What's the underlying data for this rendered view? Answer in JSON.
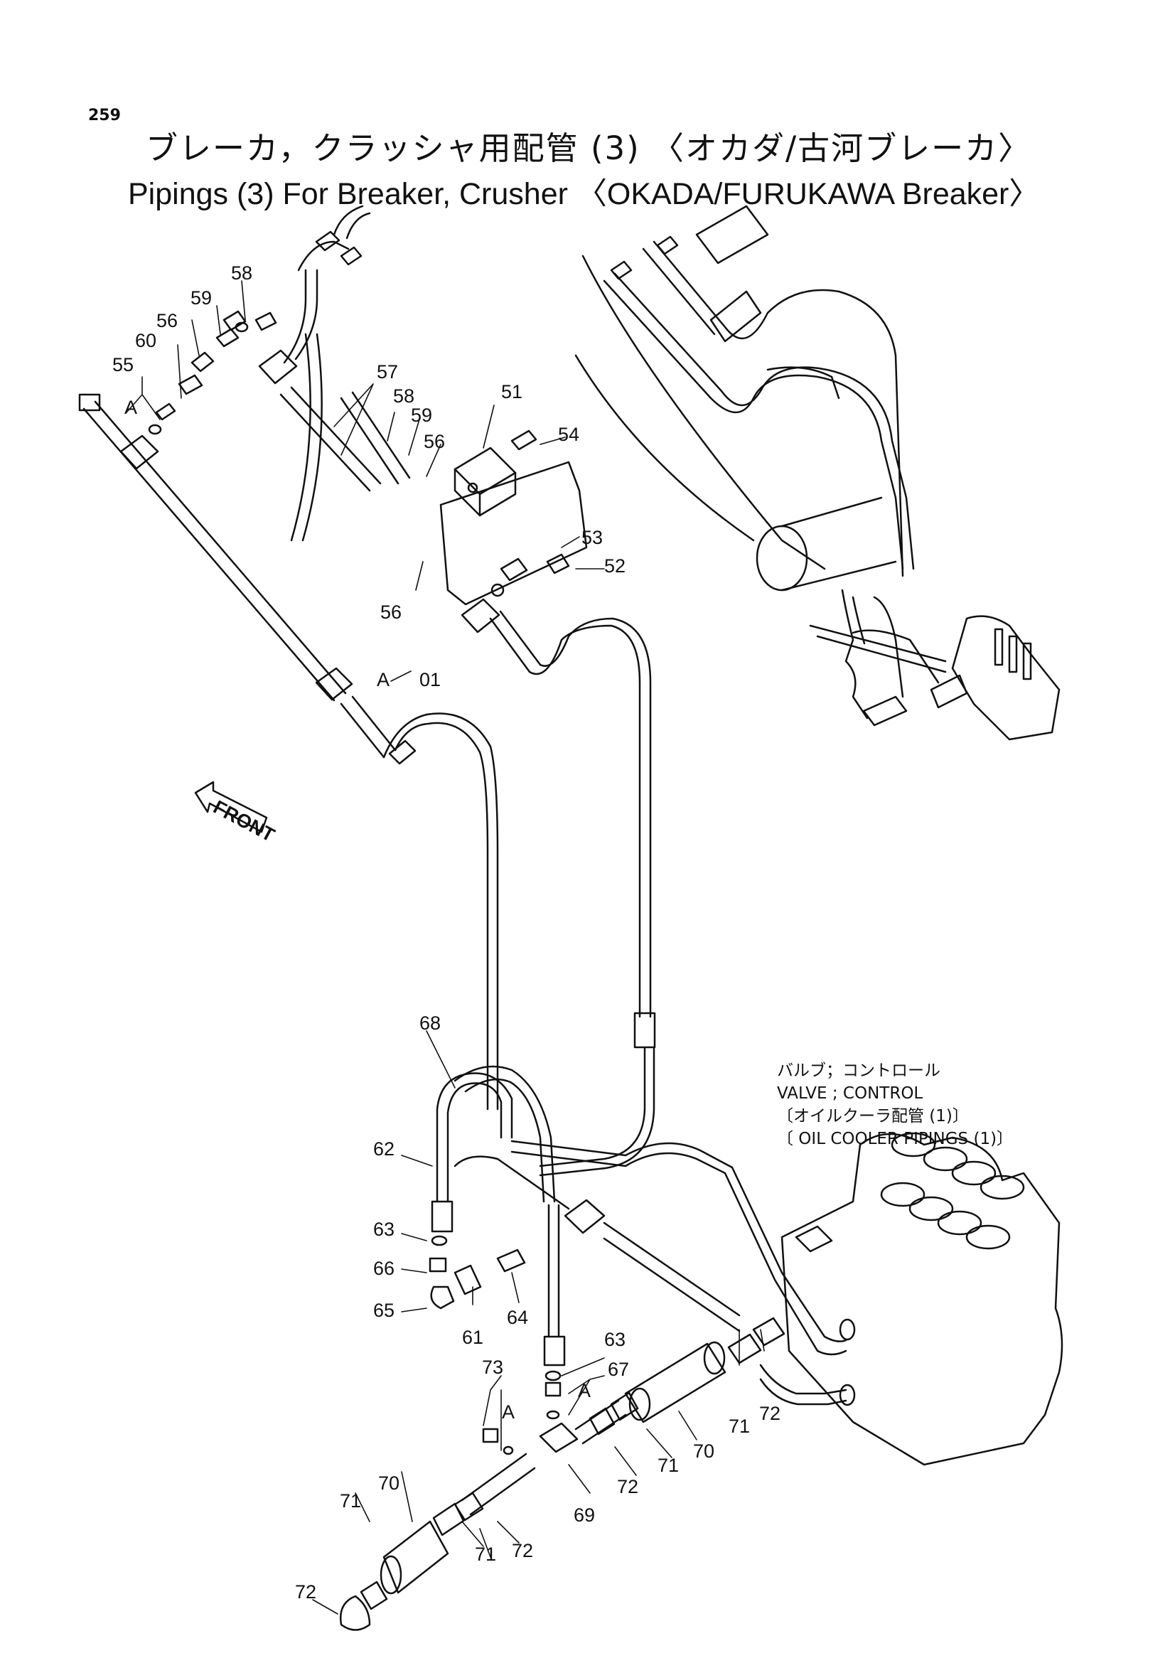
{
  "page_number": "259",
  "title_jp": "ブレーカ，クラッシャ用配管 (3) 〈オカダ/古河ブレーカ〉",
  "title_en": "Pipings (3) For Breaker, Crusher 〈OKADA/FURUKAWA Breaker〉",
  "front_label": "FRONT",
  "note_lines": [
    "バルブ；コントロール",
    "VALVE ; CONTROL",
    "〔オイルクーラ配管 (1)〕",
    "〔 OIL COOLER PIPINGS (1)〕"
  ],
  "callouts": {
    "c01": "01",
    "c51": "51",
    "c52": "52",
    "c53": "53",
    "c54": "54",
    "c55": "55",
    "c56a": "56",
    "c56b": "56",
    "c56c": "56",
    "c57": "57",
    "c58a": "58",
    "c58b": "58",
    "c59a": "59",
    "c59b": "59",
    "c60": "60",
    "c61": "61",
    "c62": "62",
    "c63a": "63",
    "c63b": "63",
    "c64": "64",
    "c65": "65",
    "c66": "66",
    "c67": "67",
    "c68": "68",
    "c69": "69",
    "c70a": "70",
    "c70b": "70",
    "c71a": "71",
    "c71b": "71",
    "c71c": "71",
    "c71d": "71",
    "c72a": "72",
    "c72b": "72",
    "c72c": "72",
    "c72d": "72",
    "c73": "73",
    "refA1": "A",
    "refA2": "A",
    "refA3": "A",
    "refA4": "A"
  }
}
